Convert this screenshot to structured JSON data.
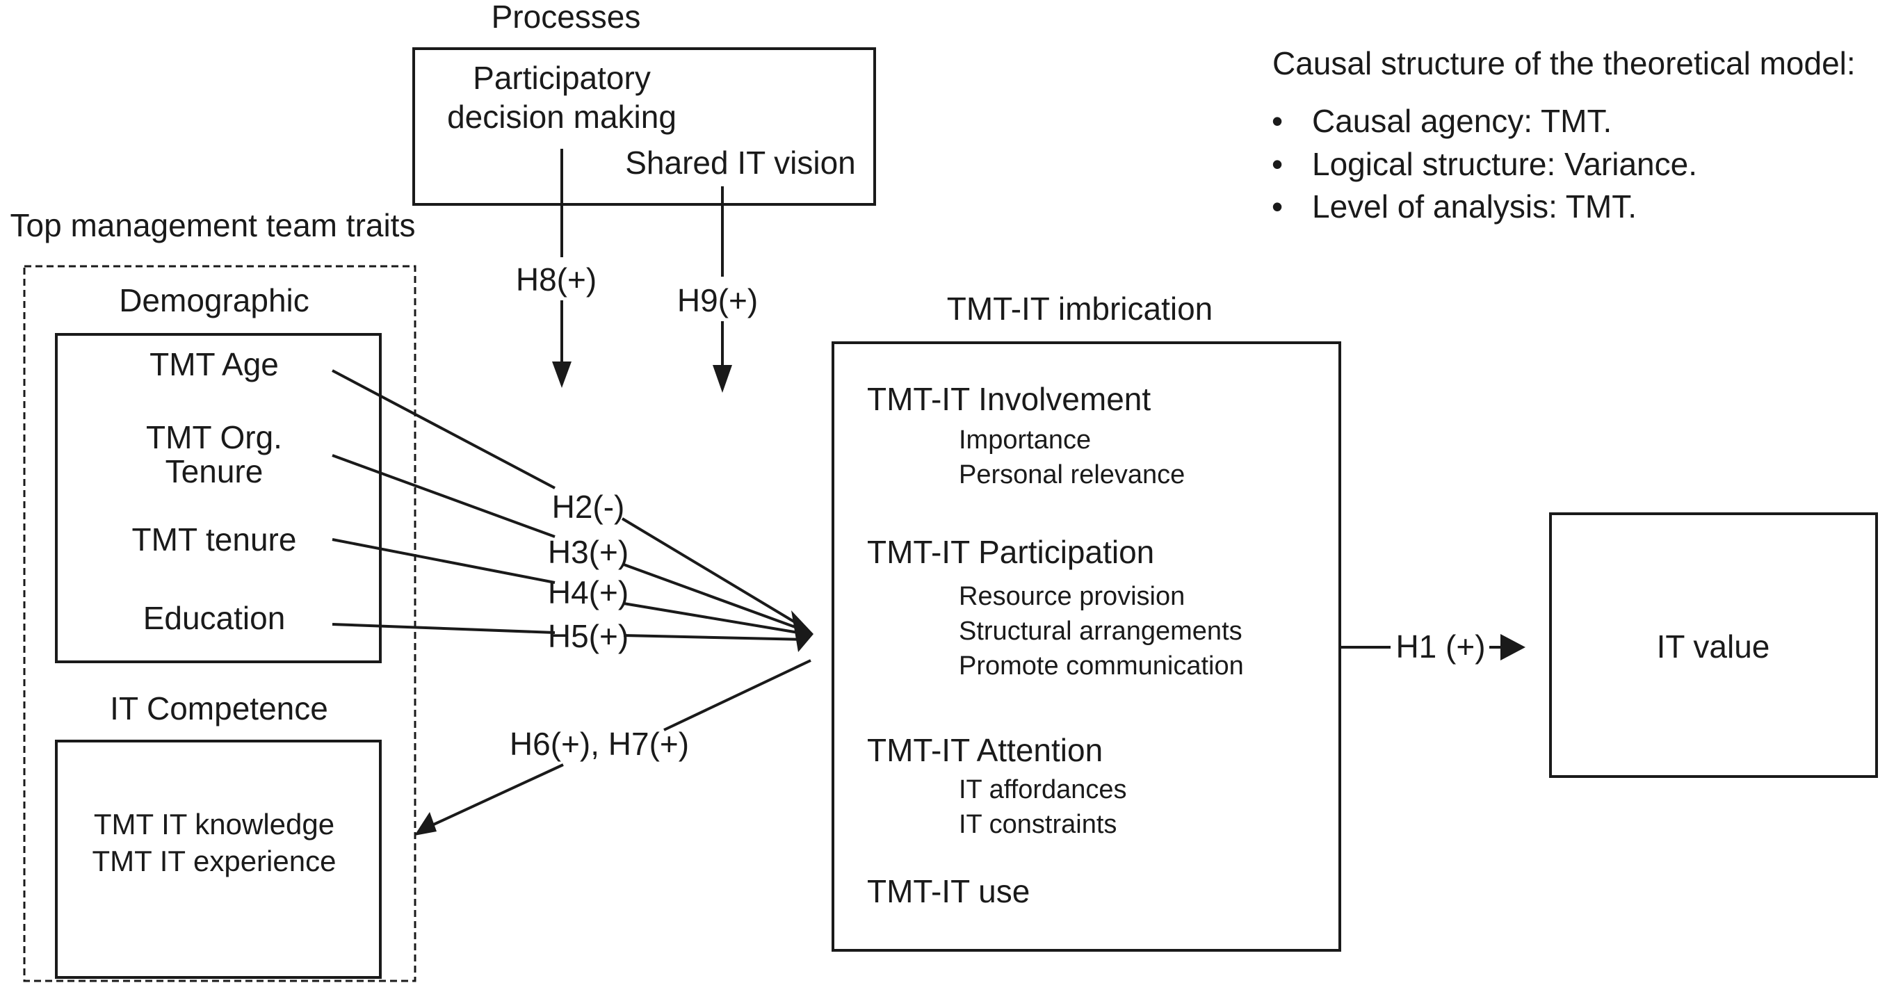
{
  "processes": {
    "title": "Processes",
    "items": [
      "Participatory",
      "decision making",
      "Shared IT vision"
    ]
  },
  "tmt_traits": {
    "title": "Top management team traits",
    "demographic": {
      "title": "Demographic",
      "items": [
        "TMT Age",
        "TMT Org.",
        "Tenure",
        "TMT tenure",
        "Education"
      ]
    },
    "it_competence": {
      "title": "IT Competence",
      "items": [
        "TMT IT knowledge",
        "TMT IT experience"
      ]
    }
  },
  "imbrication": {
    "title": "TMT-IT imbrication",
    "groups": [
      {
        "heading": "TMT-IT Involvement",
        "items": [
          "Importance",
          "Personal relevance"
        ]
      },
      {
        "heading": "TMT-IT Participation",
        "items": [
          "Resource provision",
          "Structural arrangements",
          "Promote communication"
        ]
      },
      {
        "heading": "TMT-IT Attention",
        "items": [
          "IT affordances",
          "IT constraints"
        ]
      },
      {
        "heading": "TMT-IT use",
        "items": []
      }
    ]
  },
  "outcome": {
    "label": "IT value"
  },
  "hypotheses": {
    "h1": "H1 (+)",
    "h2": "H2(-)",
    "h3": "H3(+)",
    "h4": "H4(+)",
    "h5": "H5(+)",
    "h6_h7": "H6(+), H7(+)",
    "h8": "H8(+)",
    "h9": "H9(+)"
  },
  "causal_structure": {
    "title": "Causal structure of the theoretical model:",
    "bullet": "•",
    "items": [
      "Causal agency: TMT.",
      "Logical structure: Variance.",
      "Level of analysis: TMT."
    ]
  }
}
